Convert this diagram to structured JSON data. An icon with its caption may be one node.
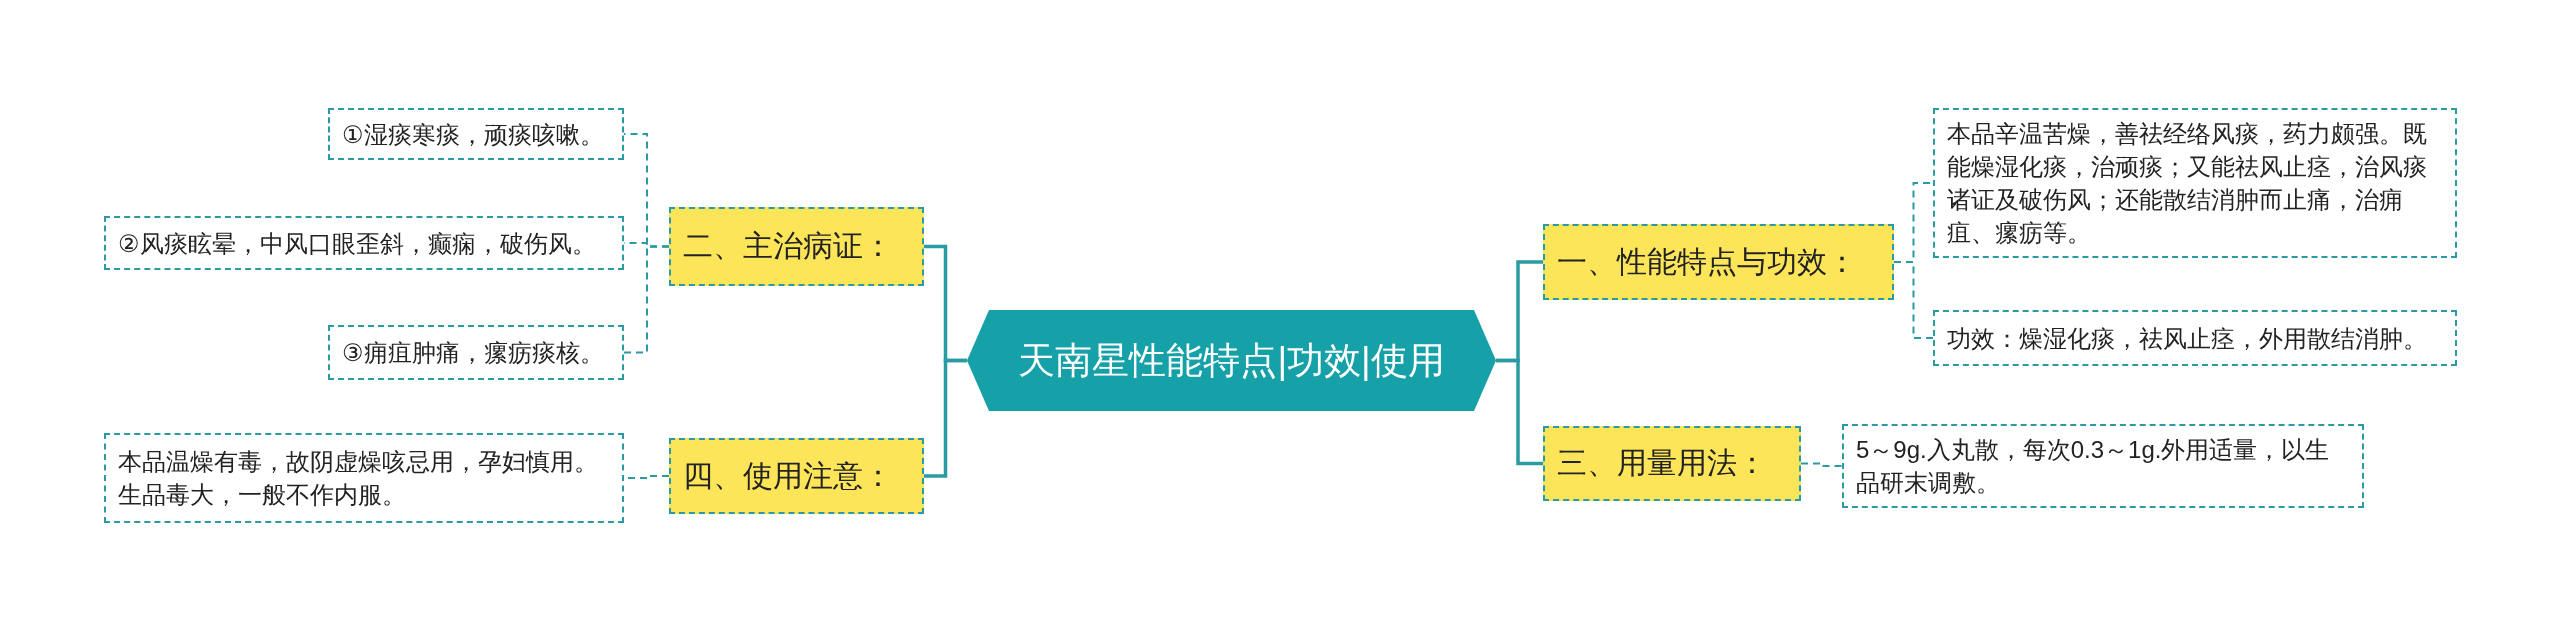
{
  "diagram": {
    "nodes": [
      {
        "text": [
          "天南星性能特点|功效|使用"
        ]
      },
      {
        "text": [
          "二、主治病证："
        ]
      },
      {
        "text": [
          "①湿痰寒痰，顽痰咳嗽。"
        ]
      },
      {
        "text": [
          "②风痰眩晕，中风口眼歪斜，癫痫，破伤风。"
        ]
      },
      {
        "text": [
          "③痈疽肿痛，瘰疬痰核。"
        ]
      },
      {
        "text": [
          "四、使用注意："
        ]
      },
      {
        "text": [
          "本品温燥有毒，故阴虚燥咳忌用，孕妇慎用。生品毒大，一般不作内服。"
        ]
      },
      {
        "text": [
          "一、性能特点与功效："
        ]
      },
      {
        "text": [
          "本品辛温苦燥，善祛经络风痰，药力颇强。既能燥湿化痰，治顽痰；又能祛风止痉，治风痰诸证及破伤风；还能散结消肿而止痛，治痈疽、瘰疬等。"
        ]
      },
      {
        "text": [
          "功效：燥湿化痰，祛风止痉，外用散结消肿。"
        ]
      },
      {
        "text": [
          "三、用量用法："
        ]
      },
      {
        "text": [
          "5～9g.入丸散，每次0.3～1g.外用适量，以生品研末调敷。"
        ]
      }
    ],
    "edges": [
      {
        "from": 0,
        "to": 1,
        "arrow": "none"
      },
      {
        "from": 1,
        "to": 2,
        "arrow": "none",
        "style": "dashed"
      },
      {
        "from": 1,
        "to": 3,
        "arrow": "none",
        "style": "dashed"
      },
      {
        "from": 1,
        "to": 4,
        "arrow": "none",
        "style": "dashed"
      },
      {
        "from": 0,
        "to": 5,
        "arrow": "none"
      },
      {
        "from": 5,
        "to": 6,
        "arrow": "none",
        "style": "dashed"
      },
      {
        "from": 0,
        "to": 7,
        "arrow": "none"
      },
      {
        "from": 7,
        "to": 8,
        "arrow": "none",
        "style": "dashed"
      },
      {
        "from": 7,
        "to": 9,
        "arrow": "none",
        "style": "dashed"
      },
      {
        "from": 0,
        "to": 10,
        "arrow": "none"
      },
      {
        "from": 10,
        "to": 11,
        "arrow": "none",
        "style": "dashed"
      }
    ]
  }
}
